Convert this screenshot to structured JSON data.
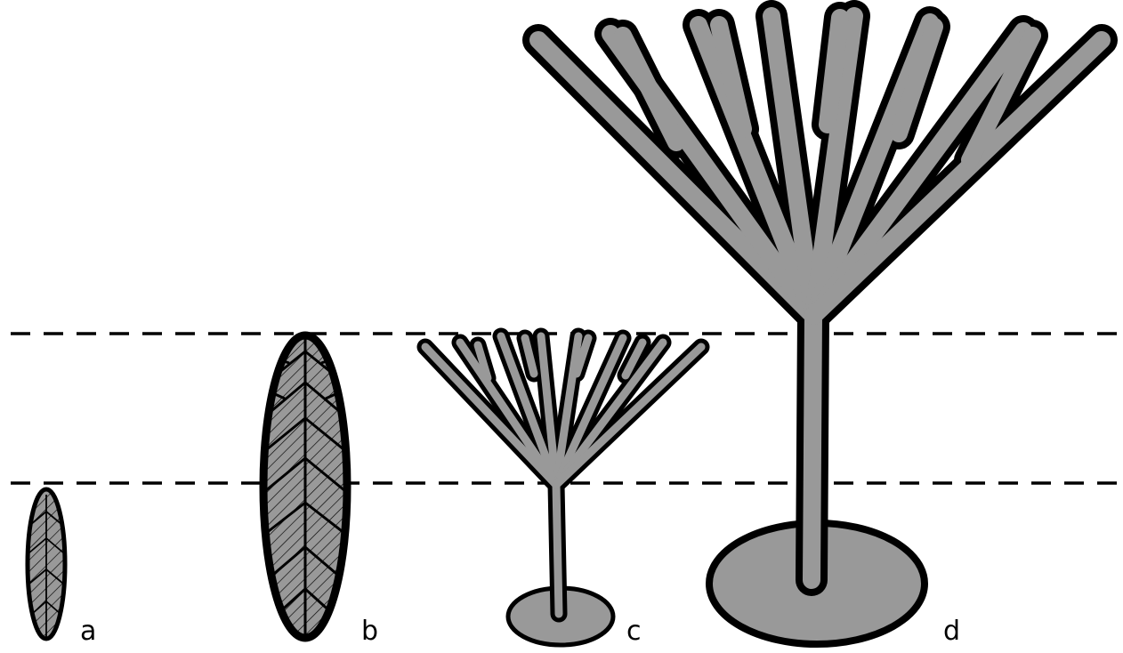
{
  "figure": {
    "labels": {
      "a": "a",
      "b": "b",
      "c": "c",
      "d": "d"
    },
    "colors": {
      "fill": "#999999",
      "stroke": "#000000",
      "background": "#ffffff"
    },
    "reference_lines": {
      "count": 2,
      "style": "dashed"
    }
  }
}
